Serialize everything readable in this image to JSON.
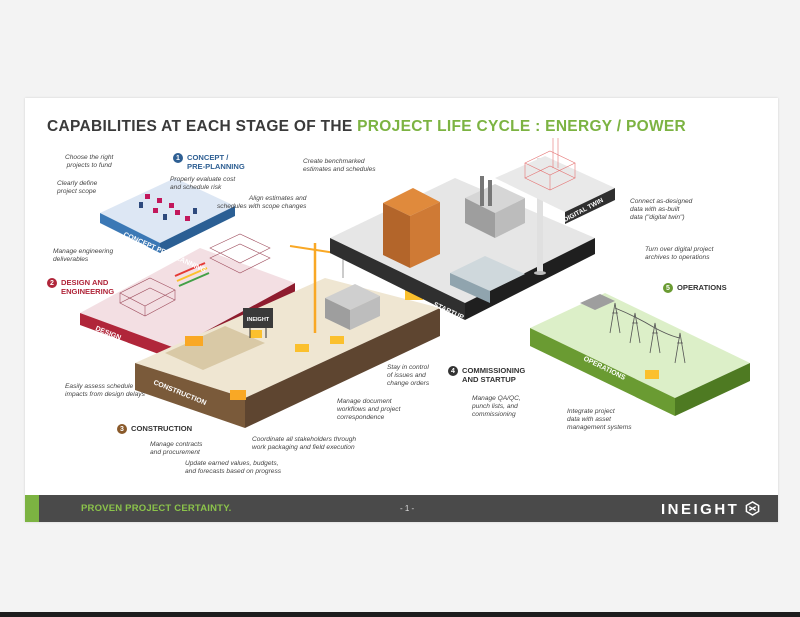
{
  "title": {
    "part1": "CAPABILITIES AT EACH STAGE OF THE ",
    "part2": "PROJECT LIFE CYCLE : ENERGY / POWER"
  },
  "stages": [
    {
      "num": "1",
      "label_l1": "CONCEPT /",
      "label_l2": "PRE-PLANNING",
      "color": "#2e5f93"
    },
    {
      "num": "2",
      "label_l1": "DESIGN AND",
      "label_l2": "ENGINEERING",
      "color": "#b0263a"
    },
    {
      "num": "3",
      "label_l1": "CONSTRUCTION",
      "label_l2": "",
      "color": "#8a5a2b"
    },
    {
      "num": "4",
      "label_l1": "COMMISSIONING",
      "label_l2": "AND STARTUP",
      "color": "#333333"
    },
    {
      "num": "5",
      "label_l1": "OPERATIONS",
      "label_l2": "",
      "color": "#6a9b32"
    }
  ],
  "notes": {
    "n1": [
      "Choose the right",
      "projects to fund"
    ],
    "n2": [
      "Clearly define",
      "project scope"
    ],
    "n3": [
      "Properly evaluate cost",
      "and schedule risk"
    ],
    "n4": [
      "Create benchmarked",
      "estimates and schedules"
    ],
    "n5": [
      "Align estimates and",
      "schedules with scope changes"
    ],
    "n6": [
      "Manage engineering",
      "deliverables"
    ],
    "n7": [
      "Easily assess schedule",
      "impacts from design delays"
    ],
    "n8": [
      "Manage contracts",
      "and procurement"
    ],
    "n9": [
      "Update earned values, budgets,",
      "and forecasts based on progress"
    ],
    "n10": [
      "Coordinate all stakeholders through",
      "work packaging and field execution"
    ],
    "n11": [
      "Manage document",
      "workflows and project",
      "correspondence"
    ],
    "n12": [
      "Stay in control",
      "of issues and",
      "change orders"
    ],
    "n13": [
      "Manage QA/QC,",
      "punch lists, and",
      "commissioning"
    ],
    "n14": [
      "Connect as-designed",
      "data with as-built",
      "data (\"digital twin\")"
    ],
    "n15": [
      "Turn over digital project",
      "archives to operations"
    ],
    "n16": [
      "Integrate project",
      "data with asset",
      "management systems"
    ]
  },
  "platform_labels": {
    "concept": "CONCEPT PRE-PLANNING",
    "design": "DESIGN",
    "construction": "CONSTRUCTION",
    "startup": "STARTUP",
    "digital_twin": "DIGITAL TWIN",
    "operations": "OPERATIONS"
  },
  "billboard": "INEIGHT",
  "footer": {
    "tagline": "PROVEN PROJECT CERTAINTY.",
    "page": "- 1 -",
    "brand": "INEIGHT"
  },
  "colors": {
    "accent_green": "#7cb342",
    "concept_blue": "#3b78b5",
    "design_red": "#b0263a",
    "construction_tan": "#e8dcc3",
    "operations_green": "#8cc65a",
    "footer_gray": "#4a4a4a"
  }
}
